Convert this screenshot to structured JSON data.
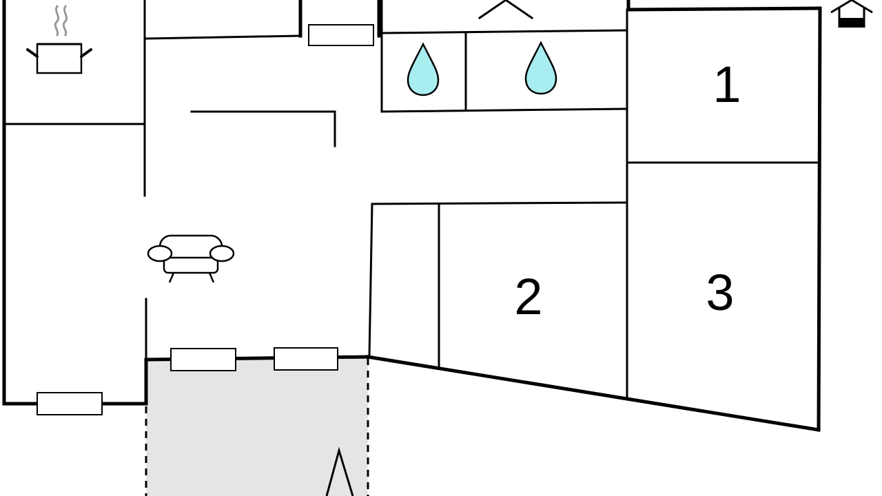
{
  "floorplan": {
    "rooms": [
      {
        "id": "bedroom-1",
        "label": "1"
      },
      {
        "id": "bedroom-2",
        "label": "2"
      },
      {
        "id": "bedroom-3",
        "label": "3"
      }
    ],
    "icons": [
      "cooking-pot-icon",
      "water-drop-icon",
      "water-drop-icon",
      "sofa-icon",
      "house-exit-icon"
    ],
    "colors": {
      "wall": "#000000",
      "terrace": "#e5e5e5",
      "water": "#a8eef0"
    }
  }
}
